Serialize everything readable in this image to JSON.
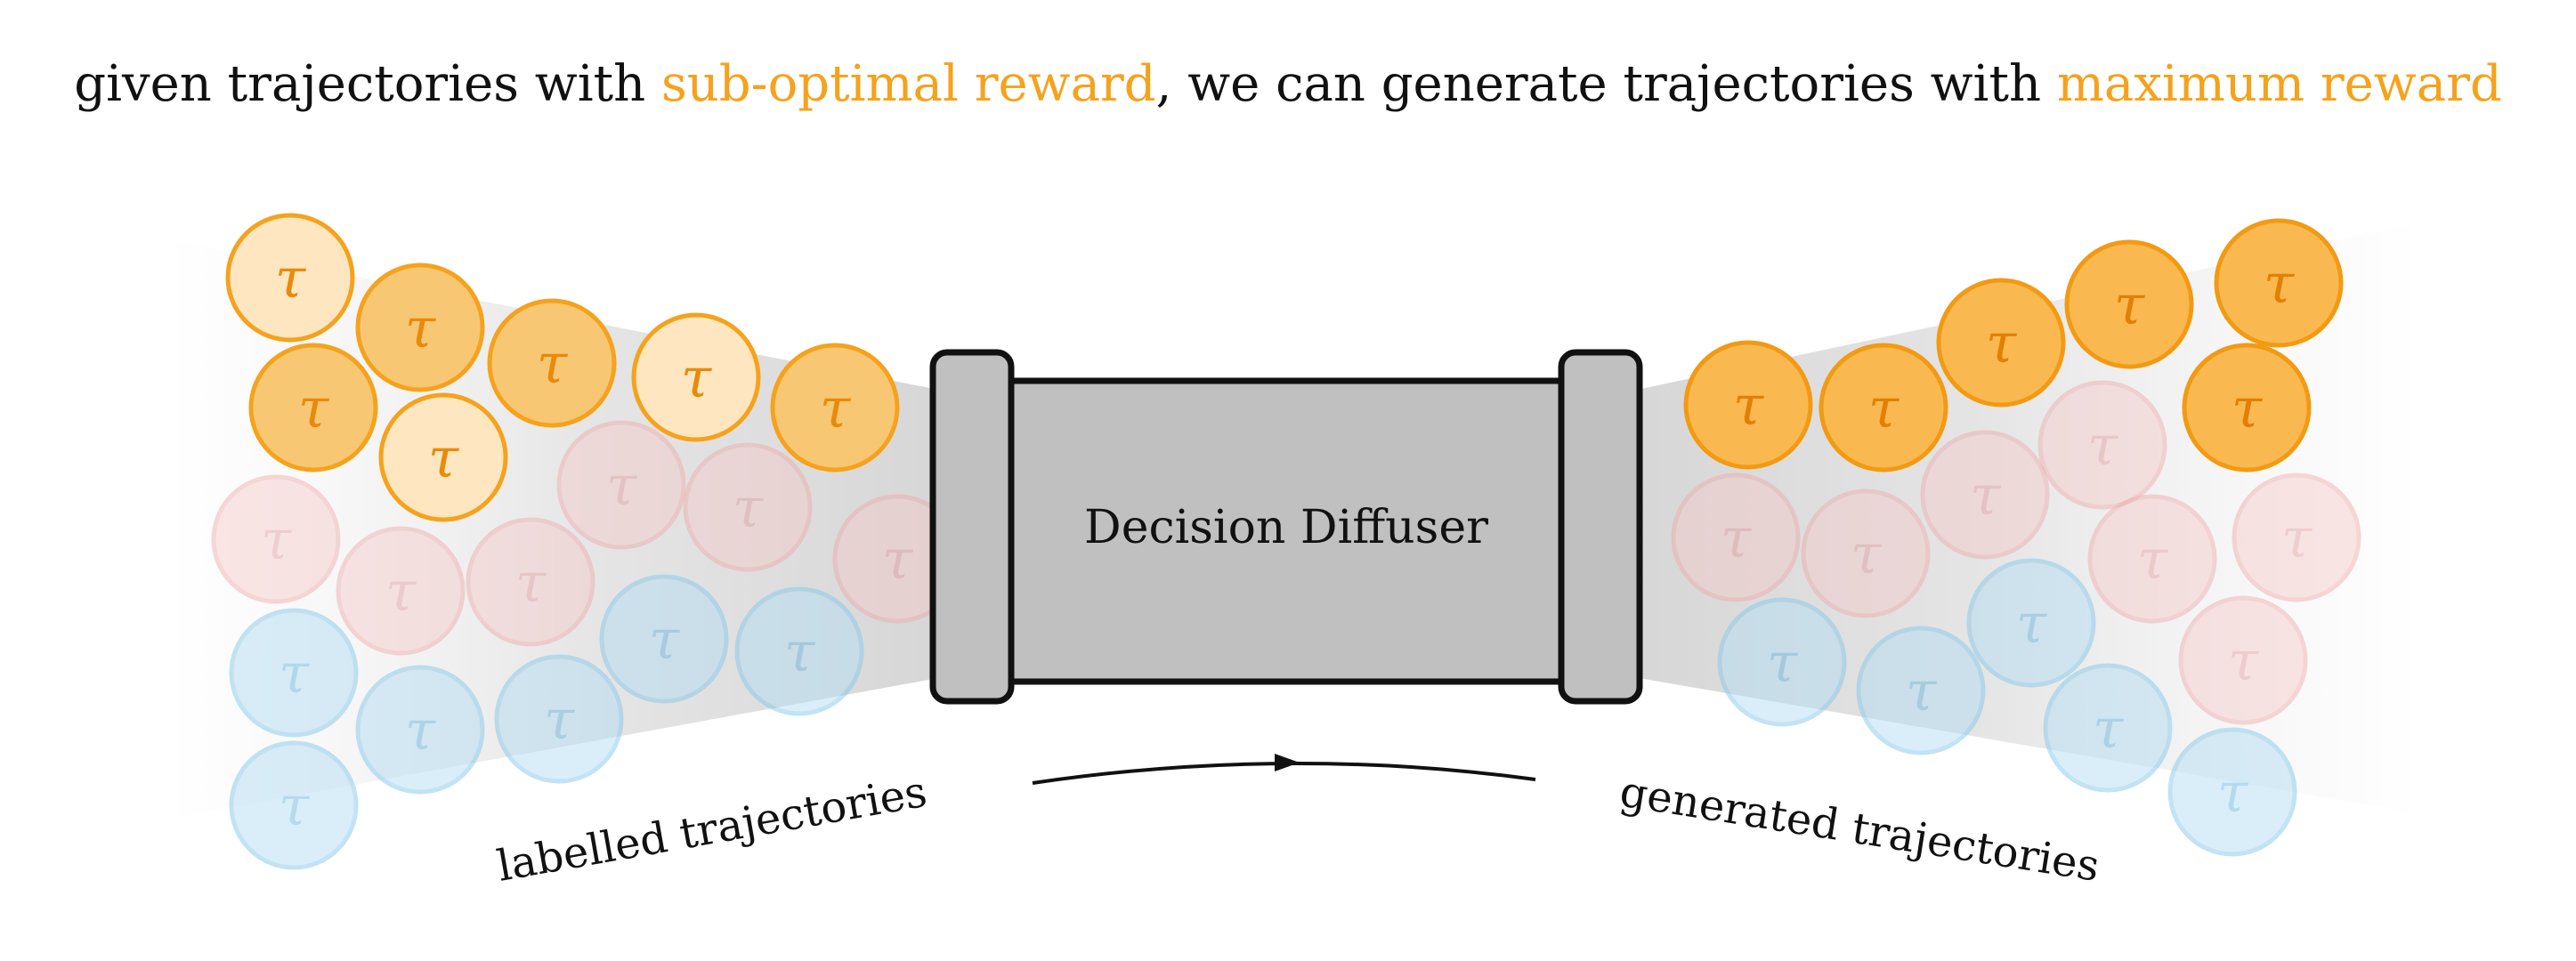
{
  "heading": {
    "part1": "given trajectories with ",
    "highlight1": "sub-optimal reward",
    "part2": ", we can generate trajectories with ",
    "highlight2": "maximum reward"
  },
  "colors": {
    "highlight": "#f5a21c",
    "box_fill": "#c0c0c0",
    "orange_fill": "#f9b950",
    "orange_stroke": "#f5a21c",
    "pink": "#f3b9b9",
    "blue": "#a9d8ef"
  },
  "box": {
    "label": "Decision Diffuser"
  },
  "symbol": "τ",
  "labels": {
    "input": "labelled trajectories",
    "output": "generated trajectories"
  },
  "trajectories": {
    "input": [
      {
        "category": "orange",
        "shade": "light"
      },
      {
        "category": "orange",
        "shade": "mid"
      },
      {
        "category": "orange",
        "shade": "mid"
      },
      {
        "category": "orange",
        "shade": "light"
      },
      {
        "category": "orange",
        "shade": "mid"
      },
      {
        "category": "orange",
        "shade": "mid"
      },
      {
        "category": "orange",
        "shade": "light"
      },
      {
        "category": "pink",
        "shade": "faint"
      },
      {
        "category": "pink",
        "shade": "faint"
      },
      {
        "category": "pink",
        "shade": "faint"
      },
      {
        "category": "pink",
        "shade": "faint"
      },
      {
        "category": "pink",
        "shade": "faint"
      },
      {
        "category": "pink",
        "shade": "faint"
      },
      {
        "category": "blue",
        "shade": "faint"
      },
      {
        "category": "blue",
        "shade": "faint"
      },
      {
        "category": "blue",
        "shade": "faint"
      },
      {
        "category": "blue",
        "shade": "faint"
      },
      {
        "category": "blue",
        "shade": "faint"
      },
      {
        "category": "blue",
        "shade": "faint"
      }
    ],
    "output": [
      {
        "category": "orange",
        "shade": "full"
      },
      {
        "category": "orange",
        "shade": "full"
      },
      {
        "category": "orange",
        "shade": "full"
      },
      {
        "category": "orange",
        "shade": "full"
      },
      {
        "category": "orange",
        "shade": "full"
      },
      {
        "category": "orange",
        "shade": "full"
      },
      {
        "category": "pink",
        "shade": "faint"
      },
      {
        "category": "pink",
        "shade": "faint"
      },
      {
        "category": "pink",
        "shade": "faint"
      },
      {
        "category": "pink",
        "shade": "faint"
      },
      {
        "category": "pink",
        "shade": "faint"
      },
      {
        "category": "pink",
        "shade": "faint"
      },
      {
        "category": "pink",
        "shade": "faint"
      },
      {
        "category": "blue",
        "shade": "faint"
      },
      {
        "category": "blue",
        "shade": "faint"
      },
      {
        "category": "blue",
        "shade": "faint"
      },
      {
        "category": "blue",
        "shade": "faint"
      },
      {
        "category": "blue",
        "shade": "faint"
      }
    ]
  }
}
